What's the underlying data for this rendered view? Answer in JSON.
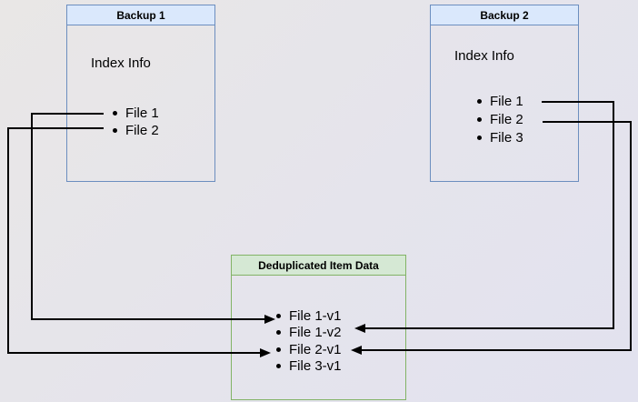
{
  "diagram": {
    "boxes": {
      "backup1": {
        "title": "Backup 1",
        "subtitle": "Index Info",
        "files": [
          "File 1",
          "File 2"
        ]
      },
      "backup2": {
        "title": "Backup 2",
        "subtitle": "Index Info",
        "files": [
          "File 1",
          "File 2",
          "File 3"
        ]
      },
      "dedup": {
        "title": "Deduplicated Item Data",
        "items": [
          "File 1-v1",
          "File 1-v2",
          "File 2-v1",
          "File 3-v1"
        ]
      }
    },
    "connections": [
      {
        "from": "Backup 1 / File 1",
        "to": "File 1-v1"
      },
      {
        "from": "Backup 1 / File 2",
        "to": "File 2-v1"
      },
      {
        "from": "Backup 2 / File 1",
        "to": "File 1-v2"
      },
      {
        "from": "Backup 2 / File 2",
        "to": "File 2-v1"
      }
    ],
    "colors": {
      "backup_header_fill": "#dae8fc",
      "backup_border": "#6c8ebf",
      "dedup_header_fill": "#d5e8d4",
      "dedup_border": "#82b366",
      "arrow": "#000000",
      "background_top_left": "#e9e7e6",
      "background_bottom_right": "#e2e2ef",
      "text": "#000000"
    }
  }
}
